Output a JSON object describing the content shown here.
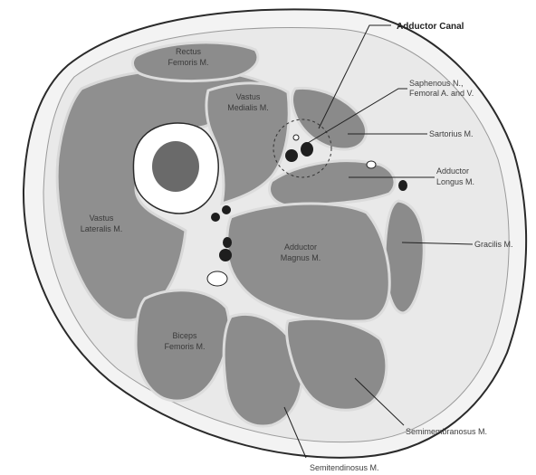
{
  "labels": {
    "adductor_canal": "Adductor Canal",
    "rectus_1": "Rectus",
    "rectus_2": "Femoris M.",
    "vastus_medialis_1": "Vastus",
    "vastus_medialis_2": "Medialis M.",
    "saphenous_1": "Saphenous N.,",
    "saphenous_2": "Femoral A. and V.",
    "sartorius": "Sartorius M.",
    "adductor_longus_1": "Adductor",
    "adductor_longus_2": "Longus M.",
    "vastus_lateralis_1": "Vastus",
    "vastus_lateralis_2": "Lateralis M.",
    "adductor_magnus_1": "Adductor",
    "adductor_magnus_2": "Magnus M.",
    "gracilis": "Gracilis M.",
    "biceps_1": "Biceps",
    "biceps_2": "Femoris M.",
    "semimembranosus": "Semimembranosus M.",
    "semitendinosus": "Semitendinosus M."
  },
  "colors": {
    "skin": "#f3f3f3",
    "outline": "#2a2a2a",
    "fascia": "#e9e9e9",
    "muscle": "#8f8f8f",
    "muscle_dark": "#858585",
    "bone_marrow": "#6a6a6a",
    "vessel": "#1e1e1e"
  }
}
